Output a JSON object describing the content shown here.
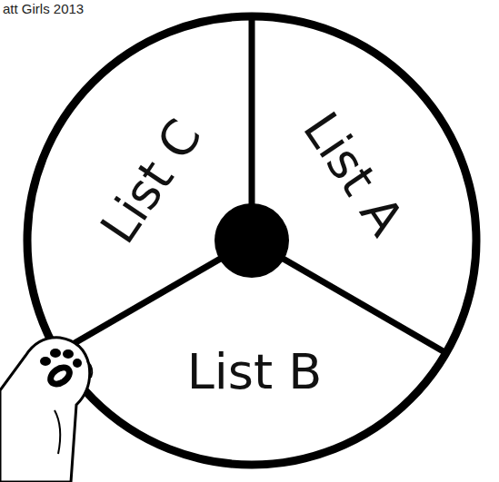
{
  "diagram": {
    "nodes": [
      {
        "text": [
          "List C"
        ]
      },
      {
        "text": [
          "List A"
        ]
      },
      {
        "text": [
          "List B"
        ]
      }
    ],
    "labels": [
      "att Girls 2013"
    ]
  }
}
